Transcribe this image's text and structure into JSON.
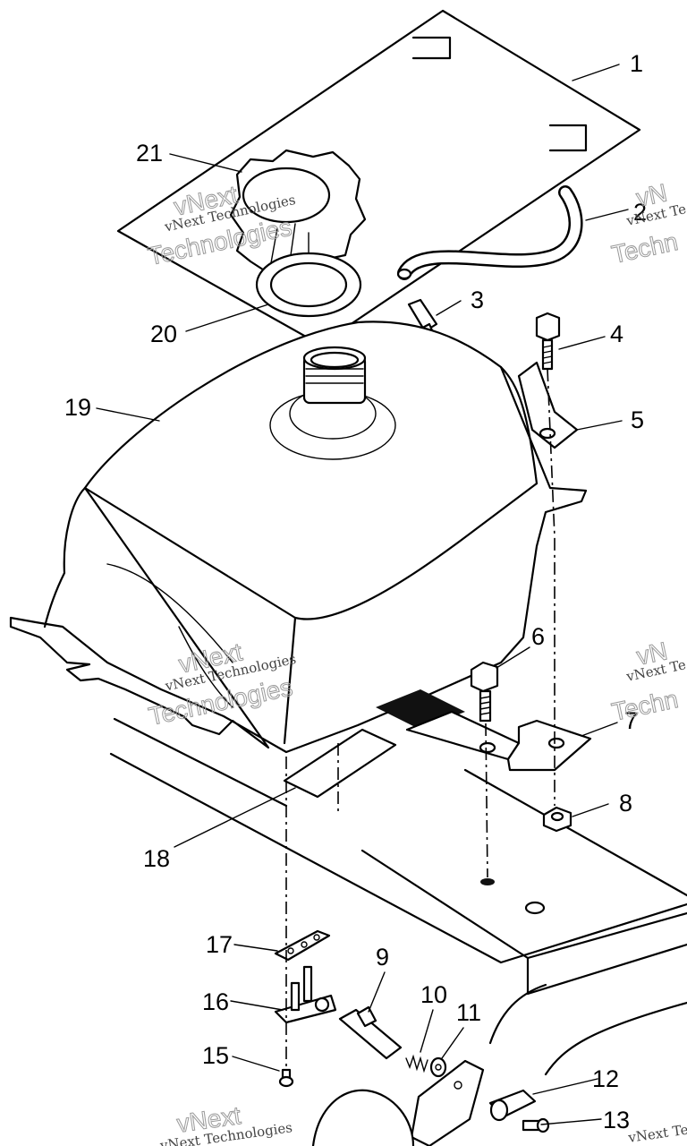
{
  "callouts": [
    {
      "id": "1",
      "part": "tank-cover-plate"
    },
    {
      "id": "2",
      "part": "vent-hose"
    },
    {
      "id": "3",
      "part": "vent-fitting"
    },
    {
      "id": "4",
      "part": "bolt"
    },
    {
      "id": "5",
      "part": "bracket"
    },
    {
      "id": "6",
      "part": "bolt"
    },
    {
      "id": "7",
      "part": "mounting-strap"
    },
    {
      "id": "8",
      "part": "nut"
    },
    {
      "id": "9",
      "part": "fuel-line"
    },
    {
      "id": "10",
      "part": "spring"
    },
    {
      "id": "11",
      "part": "washer"
    },
    {
      "id": "12",
      "part": "knob"
    },
    {
      "id": "13",
      "part": "screw"
    },
    {
      "id": "15",
      "part": "screw"
    },
    {
      "id": "16",
      "part": "fuel-valve"
    },
    {
      "id": "17",
      "part": "valve-plate"
    },
    {
      "id": "18",
      "part": "pad"
    },
    {
      "id": "19",
      "part": "fuel-tank"
    },
    {
      "id": "20",
      "part": "gasket"
    },
    {
      "id": "21",
      "part": "fuel-cap"
    }
  ],
  "watermark": {
    "line1": "vNext",
    "line2": "Technologies",
    "small": "vNext Technologies",
    "small_clipped": "vNext Te",
    "big_clipped": "Techn",
    "tiny_clipped": "vN",
    "bottom_small": "vNext Technologies",
    "bottom_big": "vNext"
  }
}
